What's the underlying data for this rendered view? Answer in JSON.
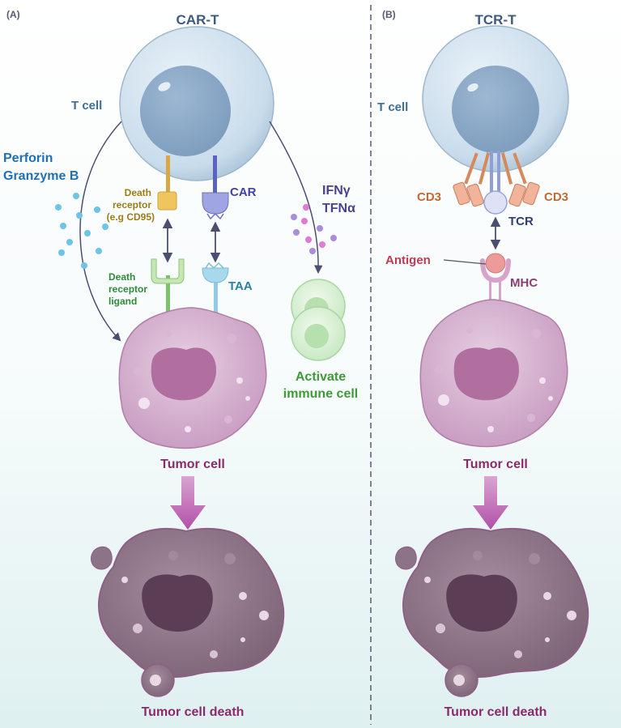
{
  "panels": {
    "a": {
      "tag": "(A)",
      "title": "CAR-T",
      "t_cell": "T cell",
      "perforin": "Perforin",
      "granzyme": "Granzyme B",
      "death_receptor": [
        "Death",
        "receptor",
        "(e.g CD95)"
      ],
      "car": "CAR",
      "cytokine_1": "IFNγ",
      "cytokine_2": "TFNα",
      "death_ligand": [
        "Death",
        "receptor",
        "ligand"
      ],
      "taa": "TAA",
      "activate": [
        "Activate",
        "immune cell"
      ],
      "tumor_cell": "Tumor cell",
      "tumor_death": "Tumor cell death"
    },
    "b": {
      "tag": "(B)",
      "title": "TCR-T",
      "t_cell": "T cell",
      "cd3_left": "CD3",
      "cd3_right": "CD3",
      "tcr": "TCR",
      "antigen": "Antigen",
      "mhc": "MHC",
      "tumor_cell": "Tumor cell",
      "tumor_death": "Tumor cell death"
    }
  },
  "colors": {
    "title": "#3d5a80",
    "tcell_label": "#3d6e99",
    "perforin": "#1f6fb5",
    "death_receptor": "#9c7c16",
    "car": "#3f43a8",
    "cytokine": "#4b3f8f",
    "death_ligand": "#2f8a3a",
    "taa": "#2b7fa5",
    "activate": "#3f9a36",
    "tumor_text": "#8b2a6a",
    "cd3": "#c06a34",
    "tcr": "#2f3f6e",
    "antigen": "#c03a55",
    "mhc": "#8b3e73",
    "divider": "#555a7a"
  }
}
